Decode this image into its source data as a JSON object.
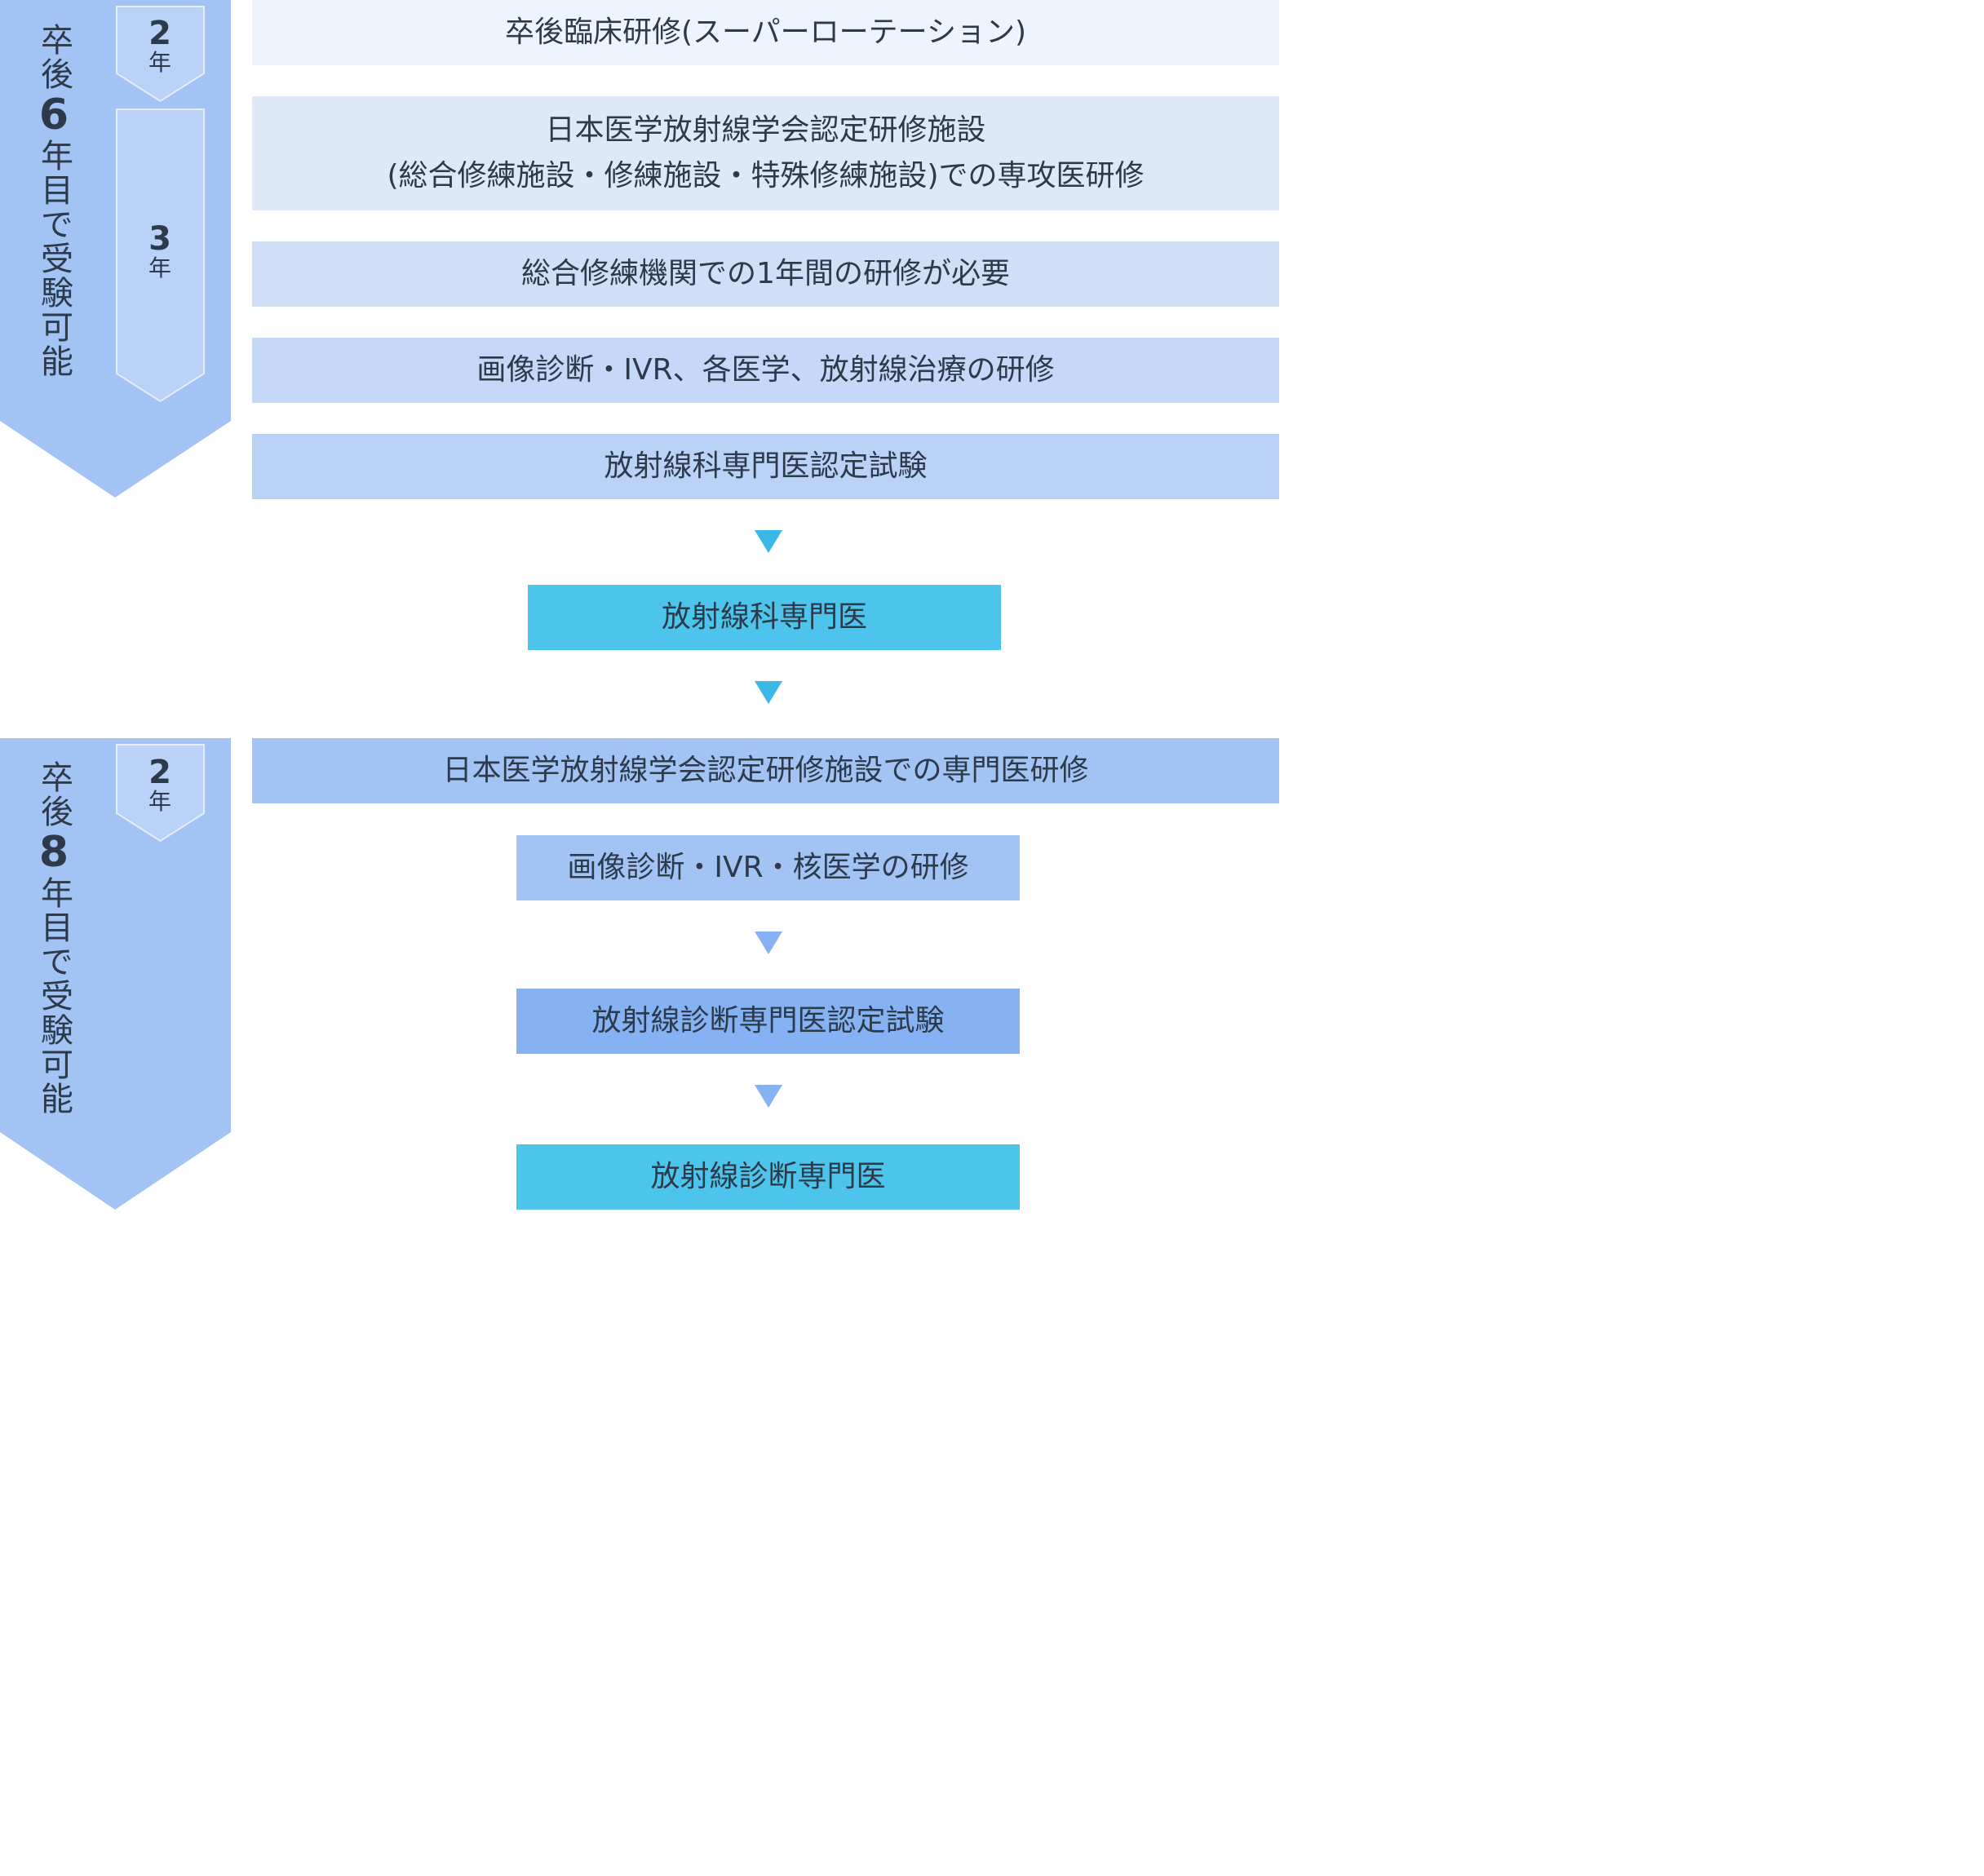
{
  "section1": {
    "label_pre": "卒後",
    "label_num": "6",
    "label_post": "年目で受験可能",
    "years": [
      {
        "number": "2",
        "unit": "年"
      },
      {
        "number": "3",
        "unit": "年"
      }
    ]
  },
  "section2": {
    "label_pre": "卒後",
    "label_num": "8",
    "label_post": "年目で受験可能",
    "years": [
      {
        "number": "2",
        "unit": "年"
      }
    ]
  },
  "steps": {
    "initial_training": "卒後臨床研修(スーパーローテーション)",
    "facility_line1": "日本医学放射線学会認定研修施設",
    "facility_line2": "(総合修練施設・修練施設・特殊修練施設)での専攻医研修",
    "general_training": "総合修練機関での1年間の研修が必要",
    "training_areas": "画像診断・IVR、各医学、放射線治療の研修",
    "radiology_exam": "放射線科専門医認定試験",
    "radiology_specialist": "放射線科専門医",
    "specialist_training": "日本医学放射線学会認定研修施設での専門医研修",
    "diagnostic_areas": "画像診断・IVR・核医学の研修",
    "diagnostic_exam": "放射線診断専門医認定試験",
    "diagnostic_specialist": "放射線診断専門医"
  },
  "colors": {
    "big_chevron": "#a3c3f5",
    "year_chevron": "#bad2f8",
    "step_light": "#eef4fd",
    "step_mid": "#cfdff8",
    "step_blue": "#a3c3f5",
    "exam_blue": "#86b1f3",
    "specialist_cyan": "#4cc4ec",
    "arrow_cyan": "#3bb8e8",
    "arrow_blue": "#86b1f3"
  }
}
